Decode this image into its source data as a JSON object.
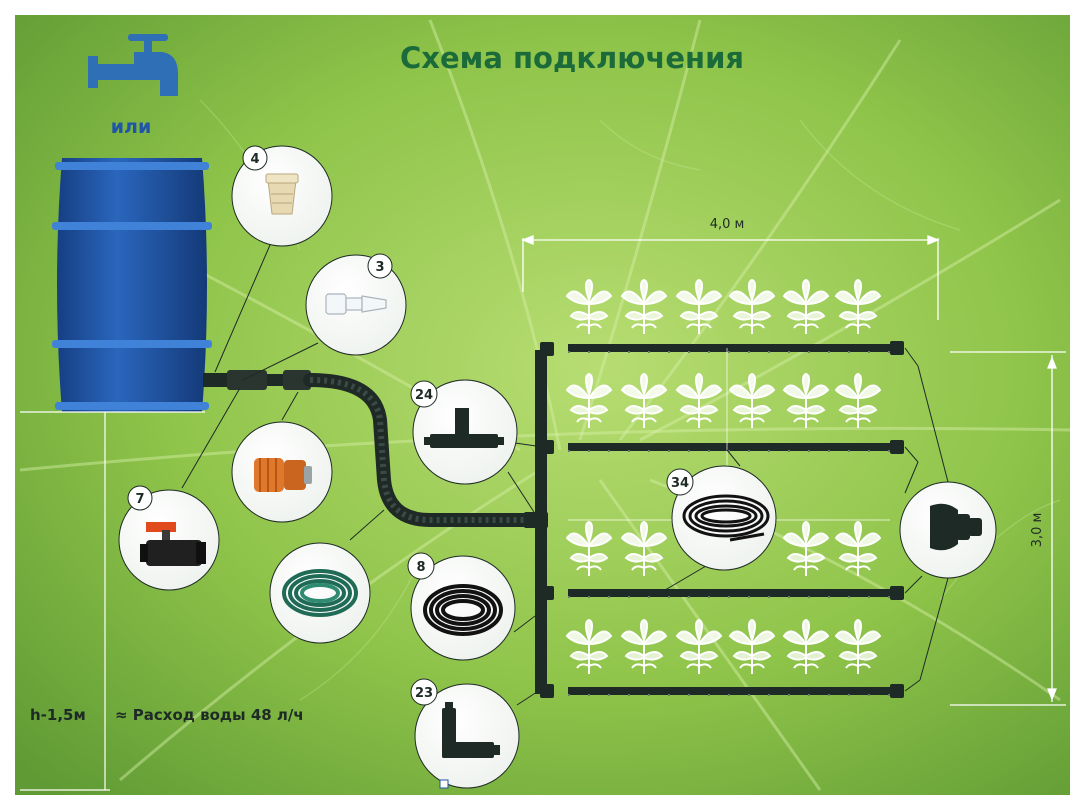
{
  "title": "Схема подключения",
  "source_alt": "или",
  "height_label": "h-1,5м",
  "flow_label": "≈ Расход воды 48 л/ч",
  "width_dim": "4,0 м",
  "height_dim": "3,0 м",
  "parts": [
    {
      "id": "4",
      "label": "4"
    },
    {
      "id": "3",
      "label": "3"
    },
    {
      "id": "7",
      "label": "7"
    },
    {
      "id": "24",
      "label": "24"
    },
    {
      "id": "8",
      "label": "8"
    },
    {
      "id": "23",
      "label": "23"
    },
    {
      "id": "34",
      "label": "34"
    }
  ],
  "colors": {
    "title_green": "#1b6b3a",
    "barrel_blue": "#1f56a8",
    "tap_blue": "#2e6fb5",
    "pipe_dark": "#1e2a25",
    "background_green": "#8fc44a",
    "plant_white": "#ffffff",
    "connector_orange": "#e0782b"
  }
}
